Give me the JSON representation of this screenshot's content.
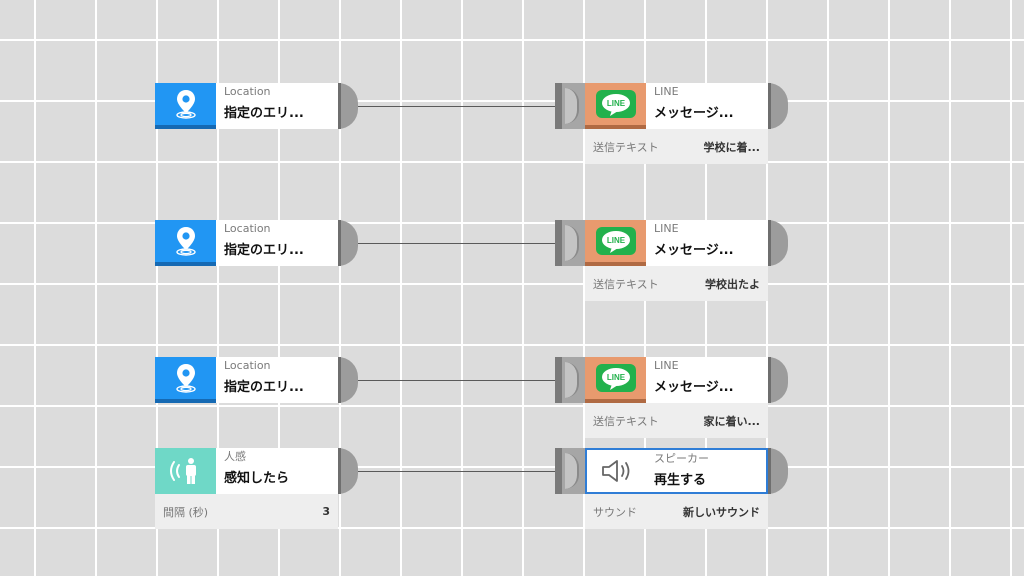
{
  "rows": [
    {
      "trigger": {
        "type": "Location",
        "label": "指定のエリ...",
        "icon": "location-pin-icon",
        "color": "#2196f3"
      },
      "action": {
        "type": "LINE",
        "label": "メッセージ...",
        "icon": "line-app-icon",
        "color": "#e89a6e",
        "param_key": "送信テキスト",
        "param_value": "学校に着..."
      }
    },
    {
      "trigger": {
        "type": "Location",
        "label": "指定のエリ...",
        "icon": "location-pin-icon",
        "color": "#2196f3"
      },
      "action": {
        "type": "LINE",
        "label": "メッセージ...",
        "icon": "line-app-icon",
        "color": "#e89a6e",
        "param_key": "送信テキスト",
        "param_value": "学校出たよ"
      }
    },
    {
      "trigger": {
        "type": "Location",
        "label": "指定のエリ...",
        "icon": "location-pin-icon",
        "color": "#2196f3"
      },
      "action": {
        "type": "LINE",
        "label": "メッセージ...",
        "icon": "line-app-icon",
        "color": "#e89a6e",
        "param_key": "送信テキスト",
        "param_value": "家に着い..."
      }
    },
    {
      "trigger": {
        "type": "人感",
        "label": "感知したら",
        "icon": "motion-sensor-icon",
        "color": "#6fd8c7",
        "param_key": "間隔 (秒)",
        "param_value": "3"
      },
      "action": {
        "type": "スピーカー",
        "label": "再生する",
        "icon": "speaker-icon",
        "color": "#2f7dd6",
        "param_key": "サウンド",
        "param_value": "新しいサウンド",
        "selected": true
      }
    }
  ]
}
